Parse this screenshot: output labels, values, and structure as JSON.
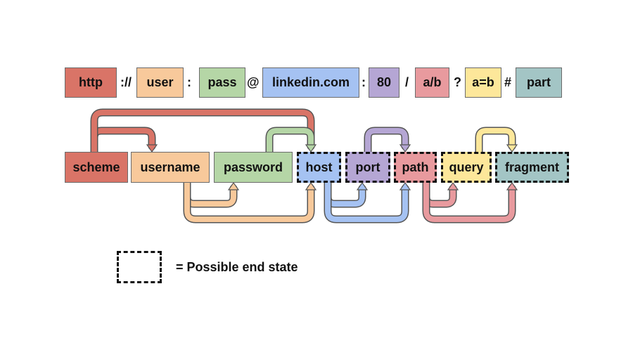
{
  "url_parts": {
    "scheme": "http",
    "sep1": "://",
    "user": "user",
    "sep2": ":",
    "pass": "pass",
    "sep3": "@",
    "host": "linkedin.com",
    "sep4": ":",
    "port": "80",
    "sep5": "/",
    "path": "a/b",
    "sep6": "?",
    "query": "a=b",
    "sep7": "#",
    "fragment": "part"
  },
  "states": {
    "scheme": "scheme",
    "username": "username",
    "password": "password",
    "host": "host",
    "port": "port",
    "path": "path",
    "query": "query",
    "fragment": "fragment"
  },
  "legend": {
    "text": "= Possible end state"
  },
  "colors": {
    "scheme": "#d97467",
    "user": "#f8c99b",
    "pass": "#b5d6a6",
    "host": "#a5c2f2",
    "port": "#b5a6d4",
    "path": "#e89a9e",
    "query": "#fde79a",
    "fragment": "#a3c5c5"
  }
}
